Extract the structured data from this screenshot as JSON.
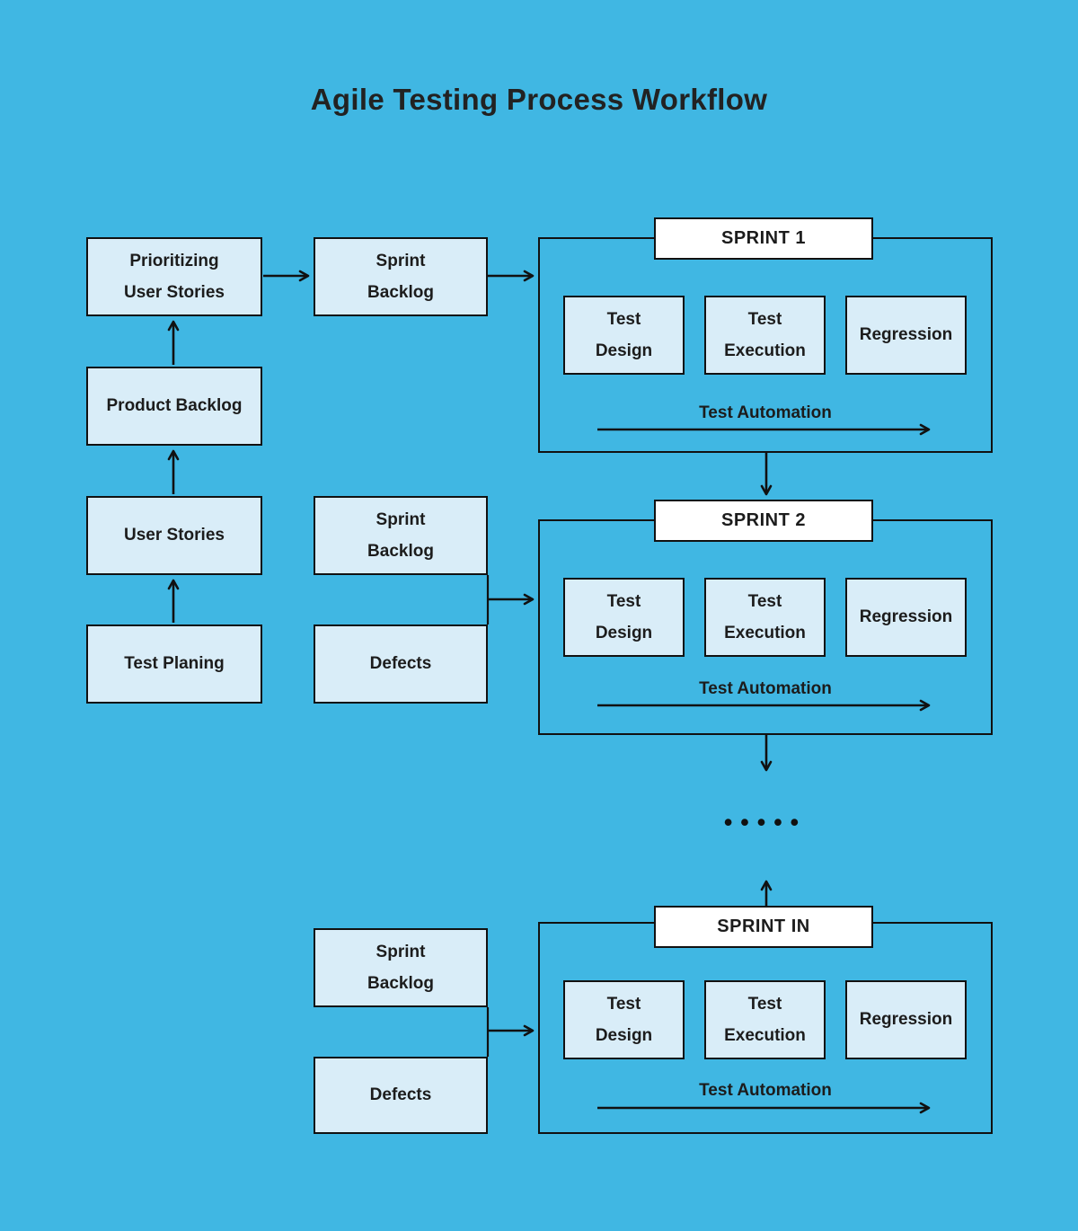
{
  "title": "Agile Testing Process Workflow",
  "colors": {
    "background": "#40B7E3",
    "node_fill": "#D9EDF8",
    "header_fill": "#FFFFFF",
    "line": "#111111",
    "text": "#1C1C1C"
  },
  "nodes": {
    "prioritizing_user_stories": "Prioritizing\nUser Stories",
    "product_backlog": "Product Backlog",
    "user_stories": "User Stories",
    "test_planing": "Test Planing",
    "sprint_backlog_row1": "Sprint\nBacklog",
    "sprint_backlog_row2": "Sprint\nBacklog",
    "defects_row2": "Defects",
    "sprint_backlog_row3": "Sprint\nBacklog",
    "defects_row3": "Defects"
  },
  "sprints": [
    {
      "header": "SPRINT 1",
      "tasks": [
        "Test\nDesign",
        "Test\nExecution",
        "Regression"
      ],
      "automation_label": "Test Automation"
    },
    {
      "header": "SPRINT 2",
      "tasks": [
        "Test\nDesign",
        "Test\nExecution",
        "Regression"
      ],
      "automation_label": "Test Automation"
    },
    {
      "header": "SPRINT IN",
      "tasks": [
        "Test\nDesign",
        "Test\nExecution",
        "Regression"
      ],
      "automation_label": "Test Automation"
    }
  ],
  "ellipsis": "•••••"
}
